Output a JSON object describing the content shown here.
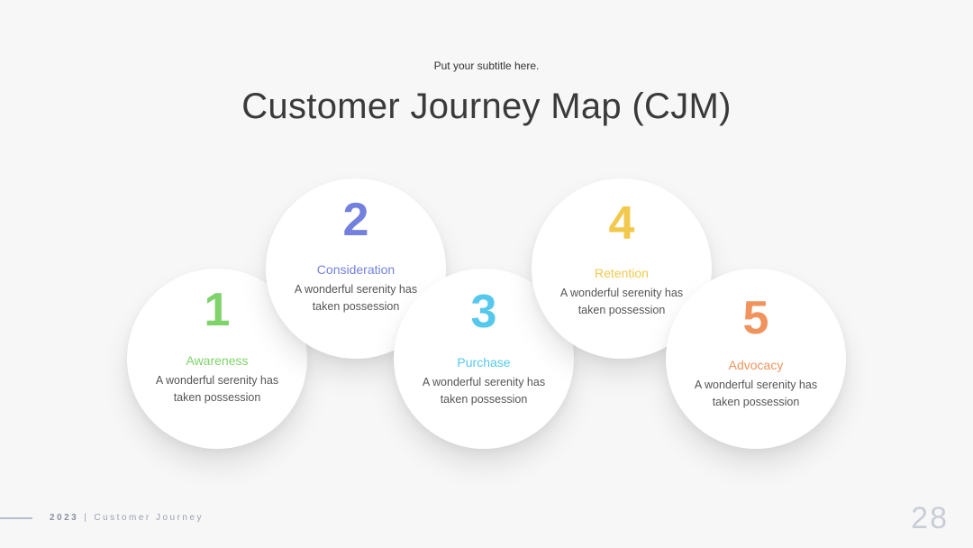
{
  "header": {
    "subtitle": "Put your subtitle here.",
    "title": "Customer Journey Map (CJM)"
  },
  "stages": [
    {
      "number": "1",
      "label": "Awareness",
      "description": "A wonderful serenity has taken possession",
      "color": "#7ed36a"
    },
    {
      "number": "2",
      "label": "Consideration",
      "description": "A wonderful serenity has taken possession",
      "color": "#7480de"
    },
    {
      "number": "3",
      "label": "Purchase",
      "description": "A wonderful serenity has taken possession",
      "color": "#56c8ec"
    },
    {
      "number": "4",
      "label": "Retention",
      "description": "A wonderful serenity has taken possession",
      "color": "#f2c94c"
    },
    {
      "number": "5",
      "label": "Advocacy",
      "description": "A wonderful serenity has taken possession",
      "color": "#f0935c"
    }
  ],
  "footer": {
    "year": "2023",
    "separator": "|",
    "caption": "Customer Journey",
    "page_number": "28"
  }
}
